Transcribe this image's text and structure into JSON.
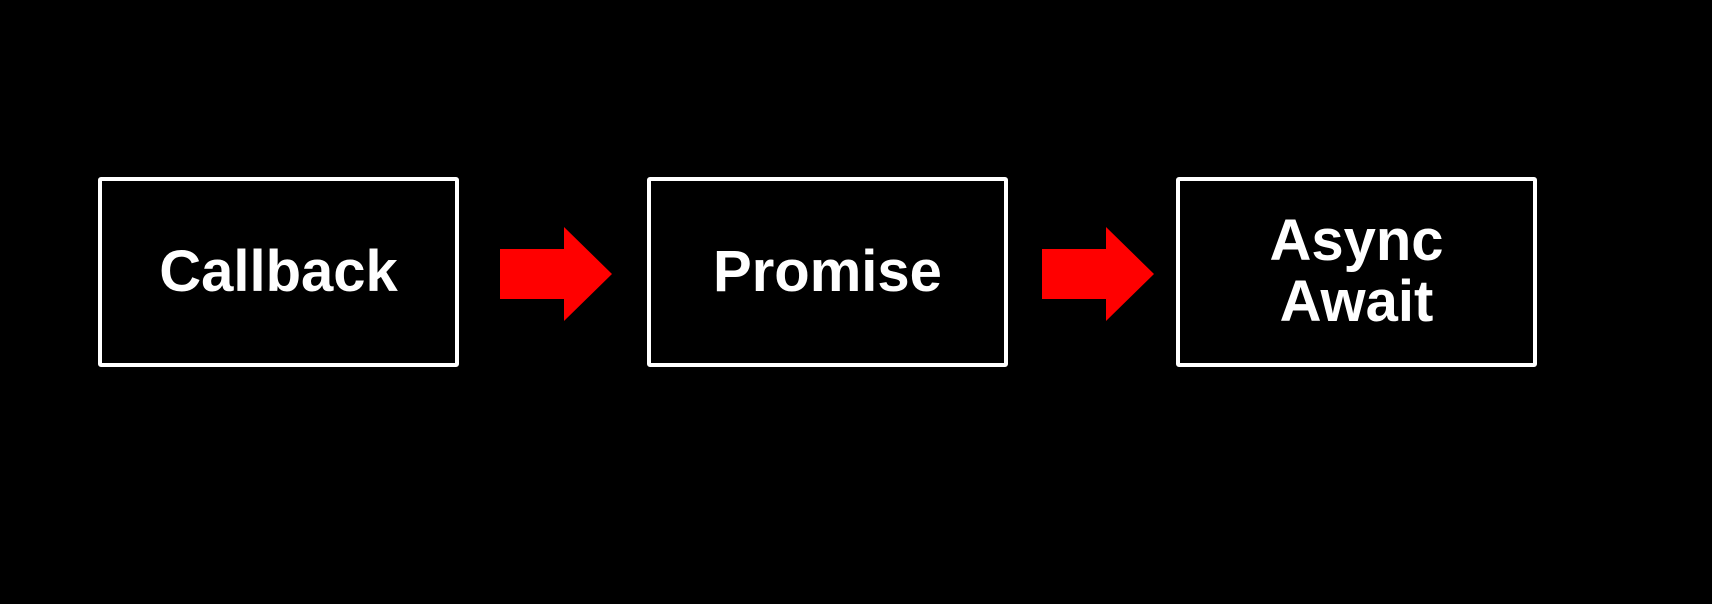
{
  "diagram": {
    "background_color": "#000000",
    "box_border_color": "#ffffff",
    "text_color": "#ffffff",
    "arrow_color": "#ff0000",
    "steps": [
      {
        "label": "Callback"
      },
      {
        "label": "Promise"
      },
      {
        "label": "Async\nAwait"
      }
    ],
    "connectors": [
      {
        "from": 0,
        "to": 1,
        "icon": "right-arrow-icon"
      },
      {
        "from": 1,
        "to": 2,
        "icon": "right-arrow-icon"
      }
    ]
  }
}
